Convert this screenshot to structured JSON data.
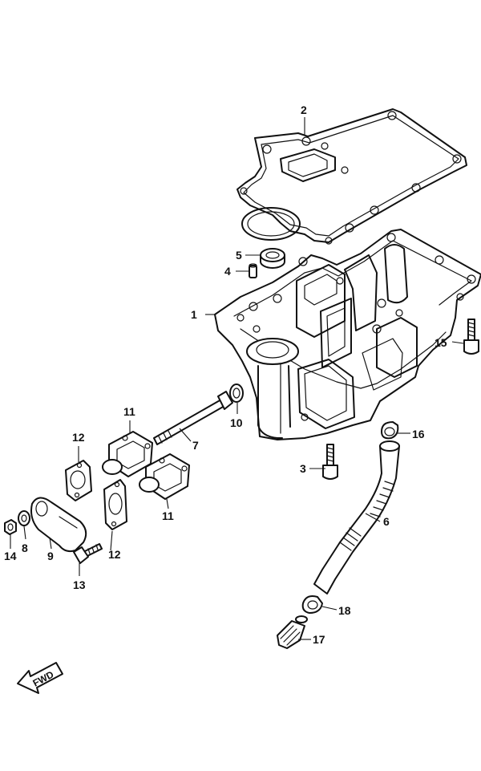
{
  "callouts": [
    {
      "id": "1",
      "label": "1"
    },
    {
      "id": "2",
      "label": "2"
    },
    {
      "id": "3",
      "label": "3"
    },
    {
      "id": "4",
      "label": "4"
    },
    {
      "id": "5",
      "label": "5"
    },
    {
      "id": "6",
      "label": "6"
    },
    {
      "id": "7",
      "label": "7"
    },
    {
      "id": "8",
      "label": "8"
    },
    {
      "id": "9",
      "label": "9"
    },
    {
      "id": "10",
      "label": "10"
    },
    {
      "id": "11a",
      "label": "11"
    },
    {
      "id": "11b",
      "label": "11"
    },
    {
      "id": "12a",
      "label": "12"
    },
    {
      "id": "12b",
      "label": "12"
    },
    {
      "id": "13",
      "label": "13"
    },
    {
      "id": "14",
      "label": "14"
    },
    {
      "id": "15",
      "label": "15"
    },
    {
      "id": "16",
      "label": "16"
    },
    {
      "id": "17",
      "label": "17"
    },
    {
      "id": "18",
      "label": "18"
    }
  ],
  "direction_arrow": {
    "label": "FWD",
    "icon": "fwd-arrow-icon"
  }
}
